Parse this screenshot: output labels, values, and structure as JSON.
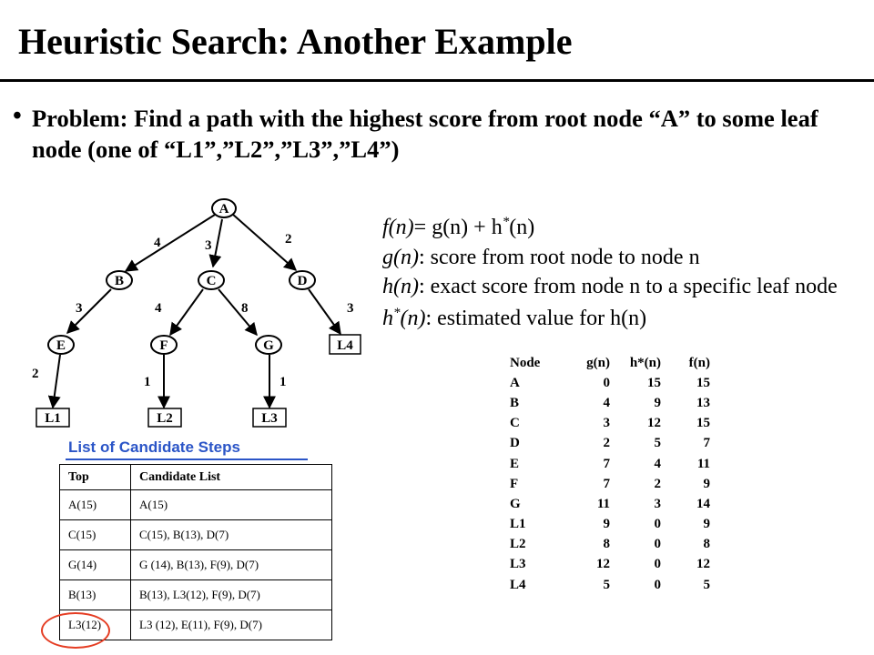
{
  "title": "Heuristic Search: Another Example",
  "problem": {
    "bullet": "•",
    "text": "Problem: Find a path with the highest score from root node “A” to some leaf node (one of “L1”,”L2”,”L3”,”L4”)"
  },
  "tree": {
    "nodes": {
      "A": "A",
      "B": "B",
      "C": "C",
      "D": "D",
      "E": "E",
      "F": "F",
      "G": "G",
      "L1": "L1",
      "L2": "L2",
      "L3": "L3",
      "L4": "L4"
    },
    "edges": {
      "A_B": "4",
      "A_C": "3",
      "A_D": "2",
      "B_E": "3",
      "C_F": "4",
      "C_G": "8",
      "D_L4": "3",
      "E_L1": "2",
      "F_L2": "1",
      "G_L3": "1"
    }
  },
  "formulas": {
    "f_lhs": "f(n)",
    "f_eq": "= g(n) + h",
    "f_star": "*",
    "f_rest": "(n)",
    "g_lhs": "g(n)",
    "g_desc": ": score from root node to node n",
    "h_lhs": "h(n)",
    "h_desc": ": exact score from node n  to a specific leaf node",
    "hs_lhs_a": "h",
    "hs_star": "*",
    "hs_lhs_b": "(n)",
    "hs_desc": ": estimated value for h(n)"
  },
  "node_table": {
    "headers": [
      "Node",
      "g(n)",
      "h*(n)",
      "f(n)"
    ],
    "rows": [
      [
        "A",
        "0",
        "15",
        "15"
      ],
      [
        "B",
        "4",
        "9",
        "13"
      ],
      [
        "C",
        "3",
        "12",
        "15"
      ],
      [
        "D",
        "2",
        "5",
        "7"
      ],
      [
        "E",
        "7",
        "4",
        "11"
      ],
      [
        "F",
        "7",
        "2",
        "9"
      ],
      [
        "G",
        "11",
        "3",
        "14"
      ],
      [
        "L1",
        "9",
        "0",
        "9"
      ],
      [
        "L2",
        "8",
        "0",
        "8"
      ],
      [
        "L3",
        "12",
        "0",
        "12"
      ],
      [
        "L4",
        "5",
        "0",
        "5"
      ]
    ]
  },
  "candidates": {
    "heading": "List of Candidate Steps",
    "headers": [
      "Top",
      "Candidate List"
    ],
    "rows": [
      [
        "A(15)",
        "A(15)"
      ],
      [
        "C(15)",
        "C(15), B(13), D(7)"
      ],
      [
        "G(14)",
        "G (14), B(13), F(9), D(7)"
      ],
      [
        "B(13)",
        "B(13), L3(12), F(9), D(7)"
      ],
      [
        "L3(12)",
        "L3 (12), E(11), F(9), D(7)"
      ]
    ]
  },
  "colors": {
    "heading": "#2b55c7",
    "highlight": "#e53d23"
  }
}
